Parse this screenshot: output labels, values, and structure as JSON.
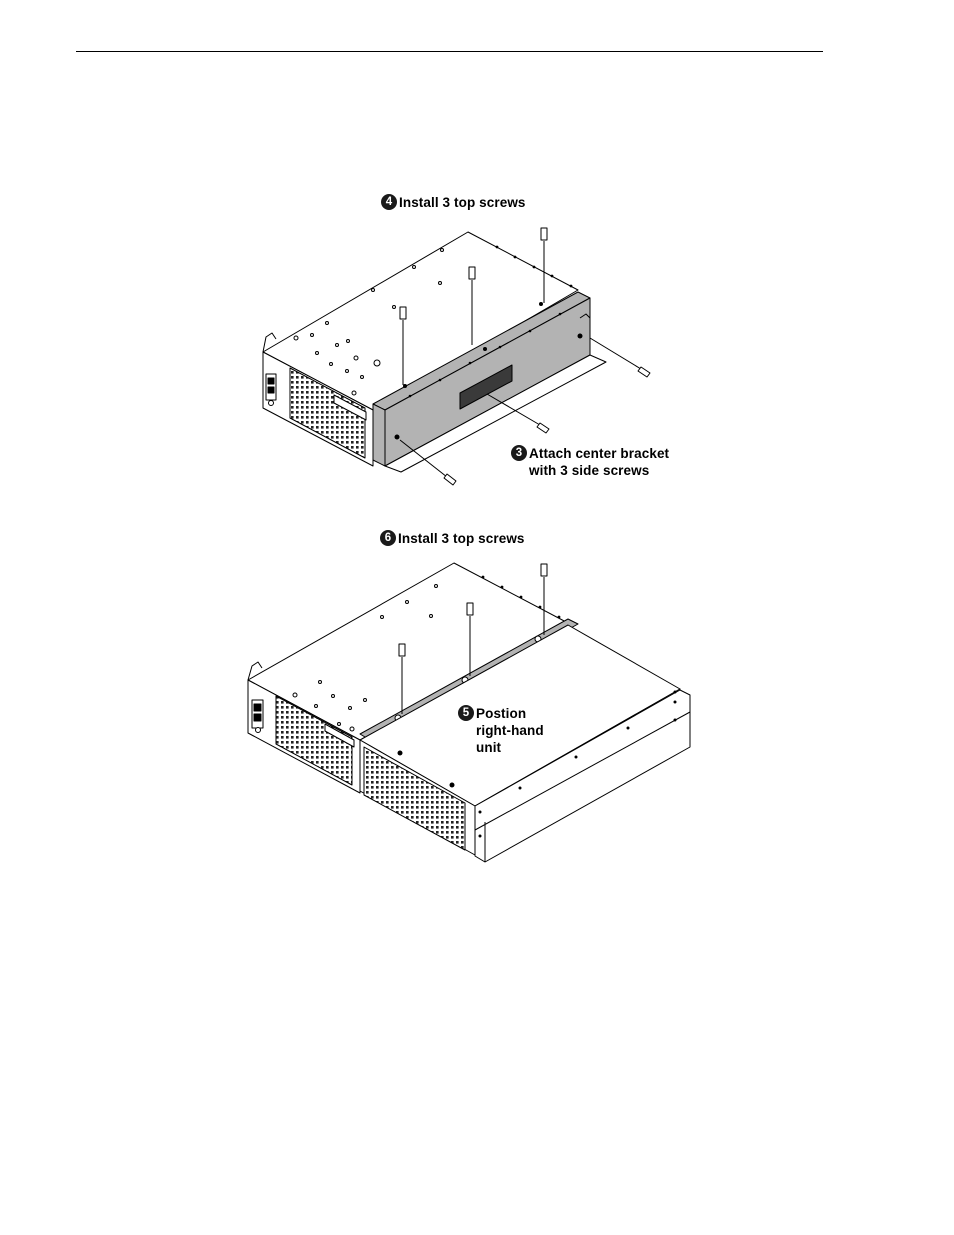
{
  "callouts": {
    "step4": {
      "number": "4",
      "lines": [
        "Install 3 top screws"
      ]
    },
    "step3": {
      "number": "3",
      "lines": [
        "Attach center bracket",
        "with 3 side screws"
      ]
    },
    "step6": {
      "number": "6",
      "lines": [
        "Install 3 top screws"
      ]
    },
    "step5": {
      "number": "5",
      "lines": [
        "Postion",
        "right-hand",
        "unit"
      ]
    }
  },
  "colors": {
    "line": "#000000",
    "bracket_fill": "#b3b3b3",
    "panel_fill": "#ffffff"
  }
}
